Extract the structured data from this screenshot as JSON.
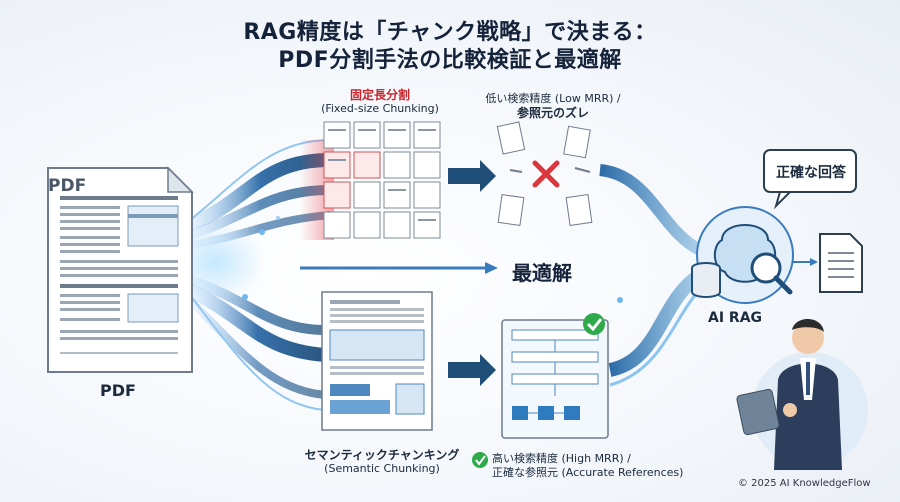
{
  "title": {
    "line1": "RAG精度は「チャンク戦略」で決まる：",
    "line2": "PDF分割手法の比較検証と最適解"
  },
  "source": {
    "doc_header": "PDF",
    "doc_label": "PDF"
  },
  "fixed": {
    "title": "固定長分割",
    "subtitle": "(Fixed-size Chunking)",
    "result_line1": "低い検索精度 (Low MRR) /",
    "result_line2": "参照元のズレ"
  },
  "semantic": {
    "title": "セマンティックチャンキング",
    "subtitle": "(Semantic Chunking)",
    "result_line1": "高い検索精度 (High MRR) /",
    "result_line2": "正確な参照元 (Accurate References)"
  },
  "center": {
    "optimal": "最適解"
  },
  "ai": {
    "label": "AI RAG",
    "answer": "正確な回答"
  },
  "footer": {
    "copyright": "© 2025 AI KnowledgeFlow"
  },
  "colors": {
    "accent_blue": "#3a7bbf",
    "stream_dark": "#1f4e79",
    "error_red": "#d9363e",
    "success_green": "#2eaa4a"
  },
  "icons": [
    "pdf-document-icon",
    "cross-icon",
    "check-icon",
    "brain-icon",
    "database-icon",
    "magnifier-icon",
    "speech-bubble-icon",
    "answer-document-icon",
    "presenter-figure"
  ]
}
